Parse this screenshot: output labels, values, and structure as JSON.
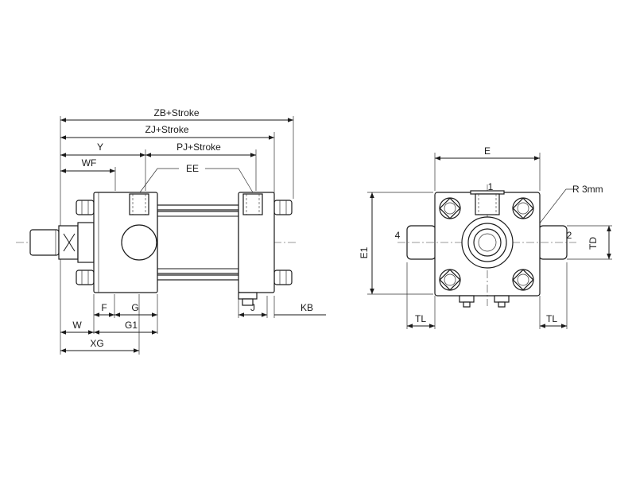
{
  "side_view": {
    "dimensions": {
      "zb": "ZB+Stroke",
      "zj": "ZJ+Stroke",
      "y": "Y",
      "pj": "PJ+Stroke",
      "wf": "WF",
      "ee": "EE",
      "f": "F",
      "g": "G",
      "j": "J",
      "kb": "KB",
      "w": "W",
      "g1": "G1",
      "xg": "XG"
    }
  },
  "end_view": {
    "dimensions": {
      "e": "E",
      "e1": "E1",
      "r": "R 3mm",
      "td": "TD",
      "tl_left": "TL",
      "tl_right": "TL"
    },
    "ports": {
      "p1": "1",
      "p2": "2",
      "p4": "4"
    }
  }
}
